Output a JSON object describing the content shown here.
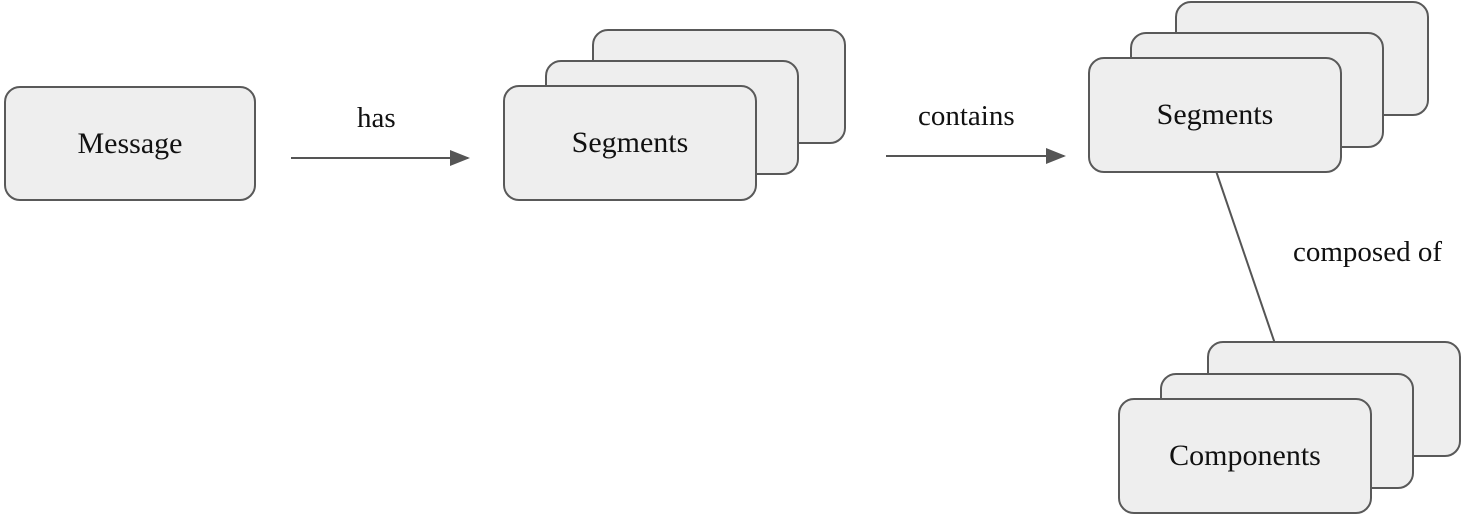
{
  "diagram": {
    "nodes": [
      {
        "id": "message",
        "label": "Message",
        "stacked": false
      },
      {
        "id": "segments_1",
        "label": "Segments",
        "stacked": true
      },
      {
        "id": "segments_2",
        "label": "Segments",
        "stacked": true
      },
      {
        "id": "components",
        "label": "Components",
        "stacked": true
      }
    ],
    "edges": [
      {
        "from": "message",
        "to": "segments_1",
        "label": "has"
      },
      {
        "from": "segments_1",
        "to": "segments_2",
        "label": "contains"
      },
      {
        "from": "segments_2",
        "to": "components",
        "label": "composed of"
      }
    ],
    "colors": {
      "node_fill": "#eeeeee",
      "node_border": "#595959",
      "arrow": "#555555",
      "text": "#111111"
    }
  }
}
